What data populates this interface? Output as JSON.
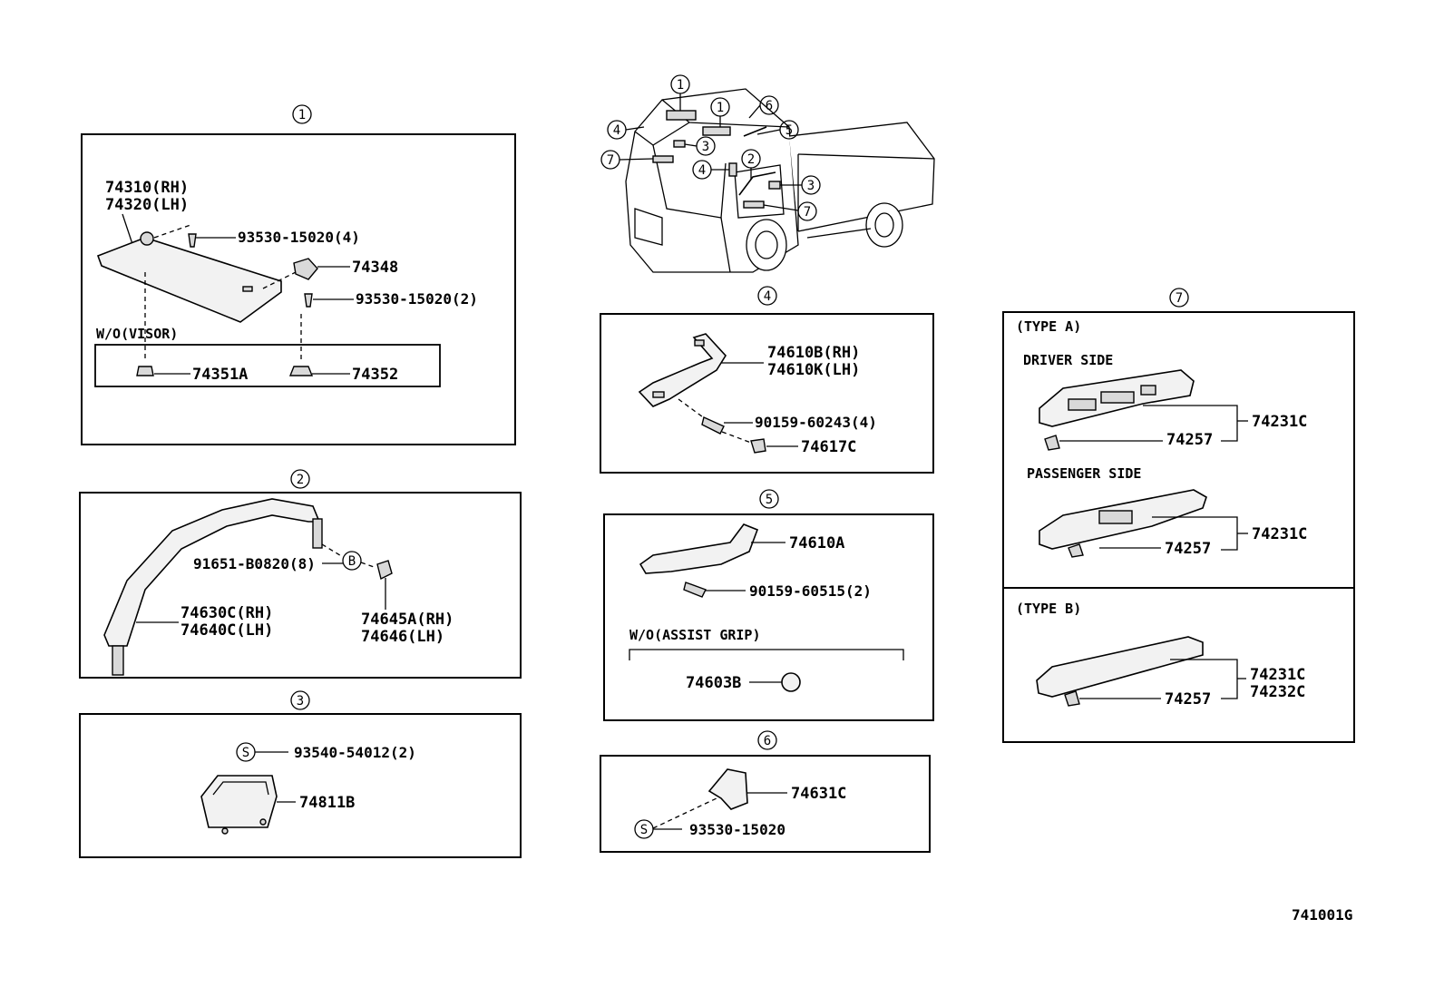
{
  "diagram_id": "741001G",
  "sections": {
    "s1": {
      "number": "1",
      "parts": {
        "visor_rh": "74310(RH)",
        "visor_lh": "74320(LH)",
        "screw_a": "93530-15020(4)",
        "holder": "74348",
        "screw_b": "93530-15020(2)",
        "note": "W/O(VISOR)",
        "cap_a": "74351A",
        "cap_b": "74352"
      }
    },
    "s2": {
      "number": "2",
      "parts": {
        "clip": "91651-B0820(8)",
        "clip_ref": "B",
        "garnish_rh": "74630C(RH)",
        "garnish_lh": "74640C(LH)",
        "cap_rh": "74645A(RH)",
        "cap_lh": "74646(LH)"
      }
    },
    "s3": {
      "number": "3",
      "parts": {
        "screw_ref": "S",
        "screw": "93540-54012(2)",
        "pocket": "74811B"
      }
    },
    "s4": {
      "number": "4",
      "parts": {
        "grip_rh": "74610B(RH)",
        "grip_lh": "74610K(LH)",
        "screw": "90159-60243(4)",
        "cover": "74617C"
      }
    },
    "s5": {
      "number": "5",
      "parts": {
        "grip": "74610A",
        "screw": "90159-60515(2)",
        "note": "W/O(ASSIST GRIP)",
        "plug": "74603B"
      }
    },
    "s6": {
      "number": "6",
      "parts": {
        "hook": "74631C",
        "screw_ref": "S",
        "screw": "93530-15020"
      }
    },
    "s7": {
      "number": "7",
      "type_a": {
        "label": "(TYPE A)",
        "driver_label": "DRIVER SIDE",
        "passenger_label": "PASSENGER SIDE",
        "driver_panel": "74231C",
        "driver_clip": "74257",
        "passenger_panel": "74231C",
        "passenger_clip": "74257"
      },
      "type_b": {
        "label": "(TYPE B)",
        "panel_a": "74231C",
        "panel_b": "74232C",
        "clip": "74257"
      }
    }
  },
  "truck_callouts": [
    "1",
    "1",
    "6",
    "4",
    "5",
    "3",
    "7",
    "4",
    "2",
    "3",
    "7"
  ]
}
